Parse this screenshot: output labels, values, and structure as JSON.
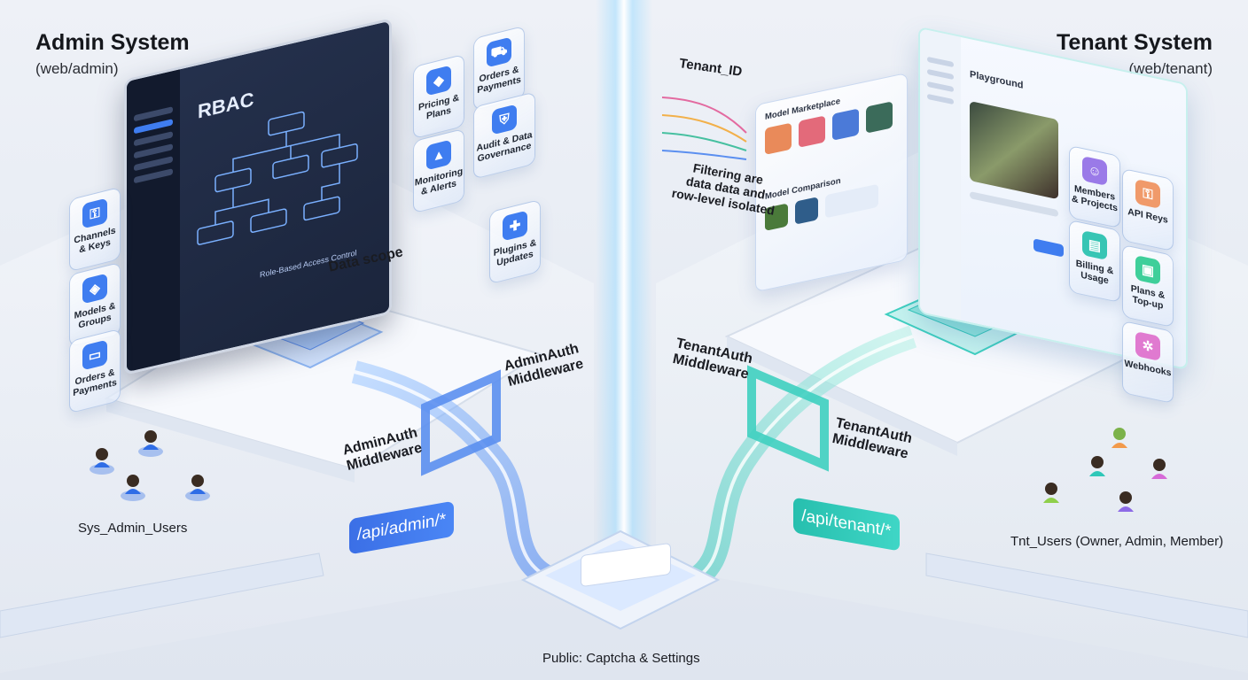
{
  "admin": {
    "title": "Admin System",
    "subtitle": "(web/admin)",
    "rbac_title": "RBAC",
    "rbac_caption": "Role-Based Access Control",
    "data_scope": "Data scope",
    "middleware_top": "AdminAuth\nMiddleware",
    "middleware_bottom": "AdminAuth\nMiddleware",
    "api_path": "/api/admin/*",
    "users_label": "Sys_Admin_Users",
    "tiles_left": [
      {
        "label": "Channels\n& Keys",
        "icon": "key-icon"
      },
      {
        "label": "Models &\nGroups",
        "icon": "model-icon"
      },
      {
        "label": "Orders &\nPayments",
        "icon": "card-icon"
      }
    ],
    "tiles_right": [
      {
        "label": "Pricing &\nPlans",
        "icon": "cube-icon"
      },
      {
        "label": "Orders &\nPayments",
        "icon": "cart-icon"
      },
      {
        "label": "Monitoring\n& Alerts",
        "icon": "chart-icon"
      },
      {
        "label": "Audit & Data\nGovernance",
        "icon": "shield-icon"
      },
      {
        "label": "Plugins &\nUpdates",
        "icon": "puzzle-icon"
      }
    ]
  },
  "tenant": {
    "title": "Tenant System",
    "subtitle": "(web/tenant)",
    "tenant_id": "Tenant_ID",
    "filtering_note": "Filtering are\ndata data and\nrow-level isolated",
    "model_marketplace": "Model Marketplace",
    "model_comparison": "Model Comparison",
    "playground": "Playground",
    "middleware_top": "TenantAuth\nMiddleware",
    "middleware_bottom": "TenantAuth\nMiddleware",
    "api_path": "/api/tenant/*",
    "users_label": "Tnt_Users (Owner, Admin, Member)",
    "tiles": [
      {
        "label": "Members\n& Projects",
        "icon": "members-icon"
      },
      {
        "label": "API Reys",
        "icon": "key-icon"
      },
      {
        "label": "Billing &\nUsage",
        "icon": "billing-icon"
      },
      {
        "label": "Plans &\nTop-up",
        "icon": "plans-icon"
      },
      {
        "label": "Webhooks",
        "icon": "webhook-icon"
      }
    ]
  },
  "public": {
    "label": "Public: Captcha & Settings"
  },
  "colors": {
    "admin_accent": "#3f7df0",
    "tenant_accent": "#2fc7b8",
    "divider_glow": "#9fdcff"
  }
}
